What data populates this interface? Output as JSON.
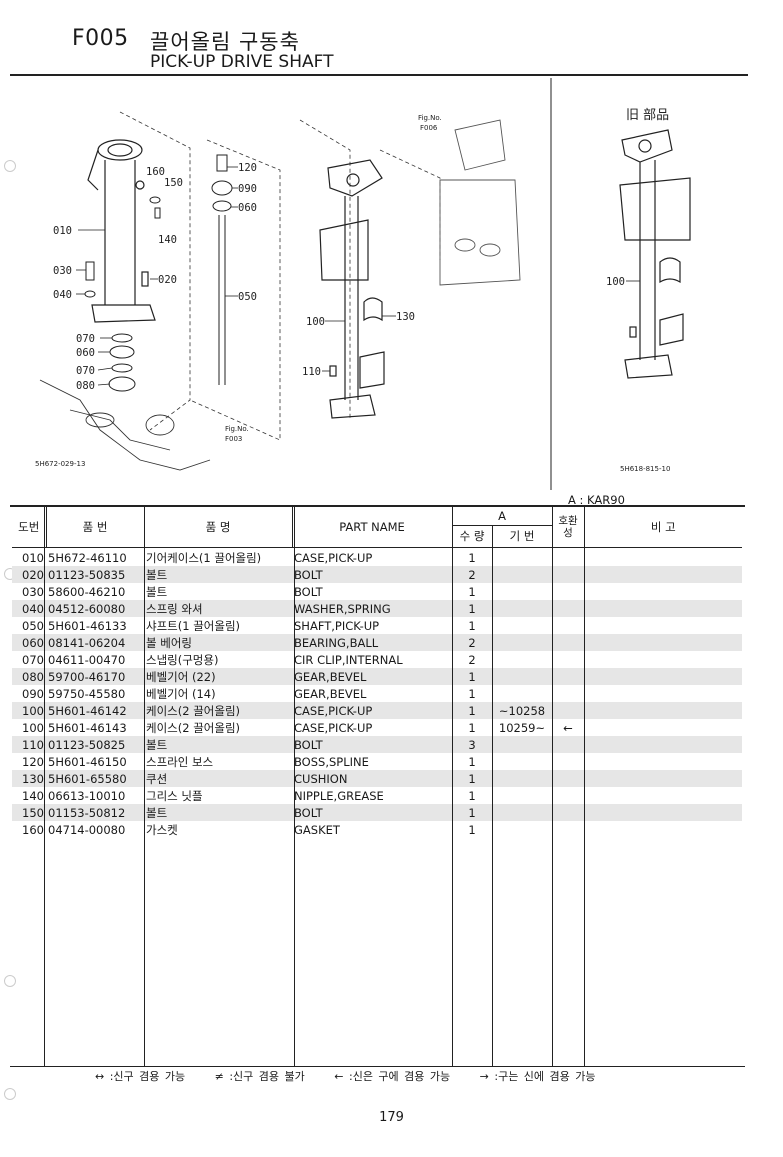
{
  "header": {
    "code": "F005",
    "title_ko": "끌어올림 구동축",
    "title_en": "PICK-UP DRIVE SHAFT"
  },
  "illustration": {
    "callouts": [
      "010",
      "030",
      "040",
      "160",
      "150",
      "140",
      "020",
      "070",
      "060",
      "070",
      "080",
      "120",
      "090",
      "060",
      "050",
      "100",
      "130",
      "110",
      "100"
    ],
    "fig_ref_top": [
      "Fig.No.",
      "F006"
    ],
    "fig_ref_bottom": [
      "Fig.No.",
      "F003"
    ],
    "old_part_title": "旧 部品",
    "drawing_no_left": "5H672-029-13",
    "drawing_no_right": "5H618-815-10"
  },
  "table": {
    "model_note": "A : KAR90",
    "headers": {
      "no": "도번",
      "part_no": "품    번",
      "name_ko": "품        명",
      "part_name": "PART  NAME",
      "group_a": "A",
      "qty": "수 량",
      "serial": "기 번",
      "interch": "호환성",
      "remarks": "비        고"
    },
    "rows": [
      {
        "no": "010",
        "part_no": "5H672-46110",
        "name_ko": "기어케이스(1 끌어올림)",
        "part_name": "CASE,PICK-UP",
        "qty": "1",
        "serial": "",
        "interch": ""
      },
      {
        "no": "020",
        "part_no": "01123-50835",
        "name_ko": "볼트",
        "part_name": "BOLT",
        "qty": "2",
        "serial": "",
        "interch": ""
      },
      {
        "no": "030",
        "part_no": "58600-46210",
        "name_ko": "볼트",
        "part_name": "BOLT",
        "qty": "1",
        "serial": "",
        "interch": ""
      },
      {
        "no": "040",
        "part_no": "04512-60080",
        "name_ko": "스프링 와셔",
        "part_name": "WASHER,SPRING",
        "qty": "1",
        "serial": "",
        "interch": ""
      },
      {
        "no": "050",
        "part_no": "5H601-46133",
        "name_ko": "샤프트(1 끌어올림)",
        "part_name": "SHAFT,PICK-UP",
        "qty": "1",
        "serial": "",
        "interch": ""
      },
      {
        "no": "060",
        "part_no": "08141-06204",
        "name_ko": "볼 베어링",
        "part_name": "BEARING,BALL",
        "qty": "2",
        "serial": "",
        "interch": ""
      },
      {
        "no": "070",
        "part_no": "04611-00470",
        "name_ko": "스냅링(구멍용)",
        "part_name": "CIR CLIP,INTERNAL",
        "qty": "2",
        "serial": "",
        "interch": ""
      },
      {
        "no": "080",
        "part_no": "59700-46170",
        "name_ko": "베벨기어 (22)",
        "part_name": "GEAR,BEVEL",
        "qty": "1",
        "serial": "",
        "interch": ""
      },
      {
        "no": "090",
        "part_no": "59750-45580",
        "name_ko": "베벨기어 (14)",
        "part_name": "GEAR,BEVEL",
        "qty": "1",
        "serial": "",
        "interch": ""
      },
      {
        "no": "100",
        "part_no": "5H601-46142",
        "name_ko": "케이스(2 끌어올림)",
        "part_name": "CASE,PICK-UP",
        "qty": "1",
        "serial": "~10258",
        "interch": ""
      },
      {
        "no": "100",
        "part_no": "5H601-46143",
        "name_ko": "케이스(2 끌어올림)",
        "part_name": "CASE,PICK-UP",
        "qty": "1",
        "serial": "10259~",
        "interch": "←"
      },
      {
        "no": "110",
        "part_no": "01123-50825",
        "name_ko": "볼트",
        "part_name": "BOLT",
        "qty": "3",
        "serial": "",
        "interch": ""
      },
      {
        "no": "120",
        "part_no": "5H601-46150",
        "name_ko": "스프라인 보스",
        "part_name": "BOSS,SPLINE",
        "qty": "1",
        "serial": "",
        "interch": ""
      },
      {
        "no": "130",
        "part_no": "5H601-65580",
        "name_ko": "쿠션",
        "part_name": "CUSHION",
        "qty": "1",
        "serial": "",
        "interch": ""
      },
      {
        "no": "140",
        "part_no": "06613-10010",
        "name_ko": "그리스 닛플",
        "part_name": "NIPPLE,GREASE",
        "qty": "1",
        "serial": "",
        "interch": ""
      },
      {
        "no": "150",
        "part_no": "01153-50812",
        "name_ko": "볼트",
        "part_name": "BOLT",
        "qty": "1",
        "serial": "",
        "interch": ""
      },
      {
        "no": "160",
        "part_no": "04714-00080",
        "name_ko": "가스켓",
        "part_name": "GASKET",
        "qty": "1",
        "serial": "",
        "interch": ""
      }
    ]
  },
  "legend": [
    "↔ :신구 겸용 가능",
    "≠ :신구 겸용 불가",
    "← :신은 구에 겸용 가능",
    "→ :구는 신에 겸용 가능"
  ],
  "page_number": "179"
}
